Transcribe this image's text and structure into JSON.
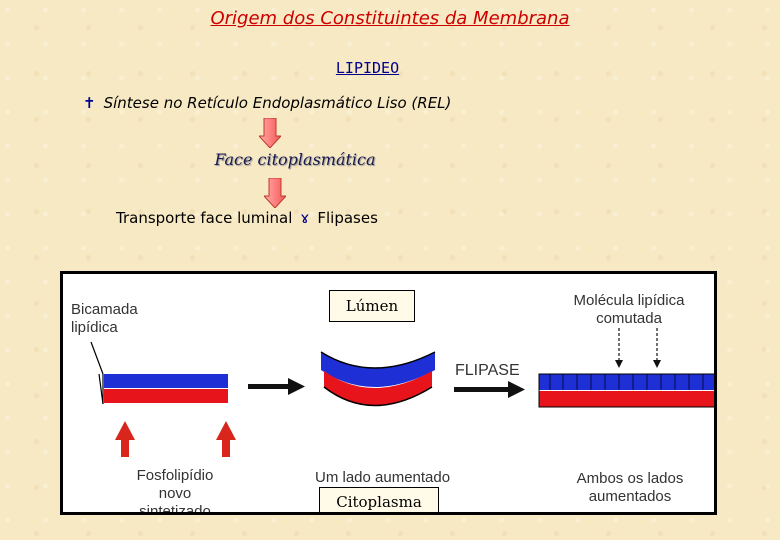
{
  "title": "Origem dos Constituintes da Membrana",
  "subtitle": "LIPIDEO",
  "synthesis": {
    "bullet": "✝",
    "text": "Síntese no Retículo Endoplasmático Liso (REL)"
  },
  "face": "Face citoplasmática",
  "transport": {
    "left": "Transporte face luminal",
    "symbol": "ɤ",
    "right": "Flipases"
  },
  "diagram": {
    "bilayer_label": [
      "Bicamada",
      "lipídica"
    ],
    "lumen_label": "Lúmen",
    "flipped_label": [
      "Molécula lipídica",
      "comutada"
    ],
    "flipase_label": "FLIPASE",
    "new_label": [
      "Fosfolipídio",
      "novo sintetizado"
    ],
    "one_side_label": "Um lado aumentado",
    "cytoplasm_label": "Citoplasma",
    "both_sides_label": [
      "Ambos os lados",
      "aumentados"
    ],
    "colors": {
      "blue": "#1e2fd6",
      "red": "#e8141b",
      "arrow_red": "#d9261c"
    }
  }
}
